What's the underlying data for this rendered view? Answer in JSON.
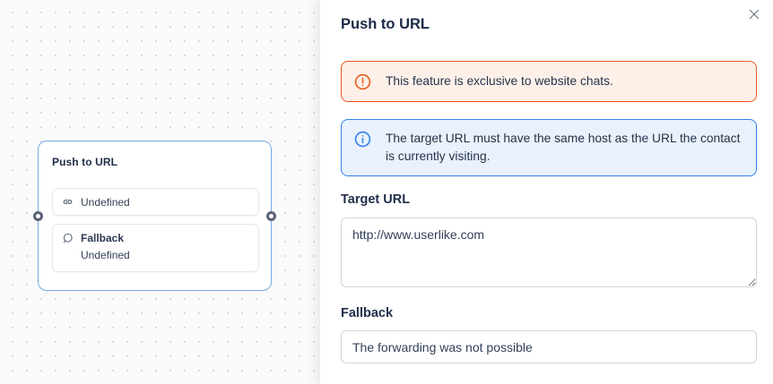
{
  "colors": {
    "canvas_bg": "#fafafa",
    "canvas_dot": "#d6d6d6",
    "node_border": "#74a9e9",
    "warning_border": "#e8591a",
    "warning_bg": "#fdf0e9",
    "info_border": "#2f80ed",
    "info_bg": "#e9f1fc",
    "text_dark": "#1f2c49"
  },
  "canvas": {
    "node": {
      "title": "Push to URL",
      "target_row": {
        "icon": "link-icon",
        "value": "Undefined"
      },
      "fallback_row": {
        "icon": "bubble-icon",
        "title": "Fallback",
        "value": "Undefined"
      }
    }
  },
  "panel": {
    "title": "Push to URL",
    "alerts": {
      "warning": {
        "icon": "exclamation-circle-icon",
        "text": "This feature is exclusive to website chats."
      },
      "info": {
        "icon": "info-circle-icon",
        "text": "The target URL must have the same host as the URL the contact is currently visiting."
      }
    },
    "target_url": {
      "label": "Target URL",
      "value": "http://www.userlike.com"
    },
    "fallback": {
      "label": "Fallback",
      "value": "The forwarding was not possible"
    }
  }
}
